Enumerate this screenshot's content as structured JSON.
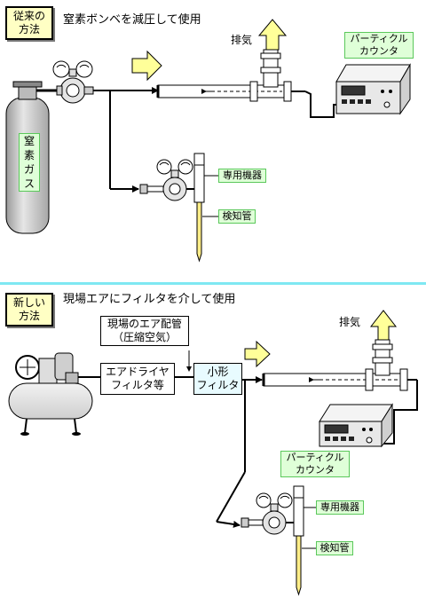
{
  "top": {
    "badge": "従来の\n方法",
    "caption": "窒素ボンベを減圧して使用",
    "cylinder_label": "窒\n素\nガ\nス",
    "exhaust": "排気",
    "particle_counter": "パーティクル\nカウンタ",
    "dedicated_device": "専用機器",
    "detector_tube": "検知管"
  },
  "bottom": {
    "badge": "新しい\n方法",
    "caption": "現場エアにフィルタを介して使用",
    "site_air": "現場のエア配管\n（圧縮空気）",
    "dryer_filter": "エアドライヤ\nフィルタ等",
    "small_filter": "小形\nフィルタ",
    "exhaust": "排気",
    "particle_counter": "パーティクル\nカウンタ",
    "dedicated_device": "専用機器",
    "detector_tube": "検知管"
  },
  "colors": {
    "badge_fill": "#ffffc4",
    "green_tag_fill": "#dfffd8",
    "arrow_fill": "#ffff99",
    "small_filter_fill": "#e8fbff",
    "divider": "#7fe8f2",
    "cylinder": "#c8c8c8"
  }
}
